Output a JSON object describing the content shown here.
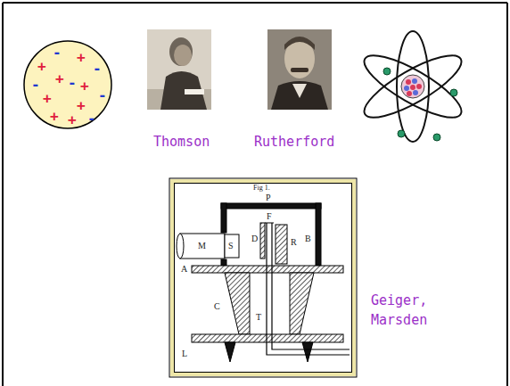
{
  "diagram": {
    "nodes": [
      {
        "text": [
          "-",
          "+",
          "+",
          "-",
          "-",
          "+",
          "-",
          "+",
          "+",
          "-",
          "+",
          "+",
          "+",
          "-"
        ]
      }
    ],
    "labels": [
      "Thomson",
      "Rutherford",
      "Fig 1.",
      "P",
      "M",
      "S",
      "D",
      "R",
      "B",
      "F",
      "A",
      "C",
      "T",
      "L",
      "Geiger, Marsden"
    ]
  }
}
